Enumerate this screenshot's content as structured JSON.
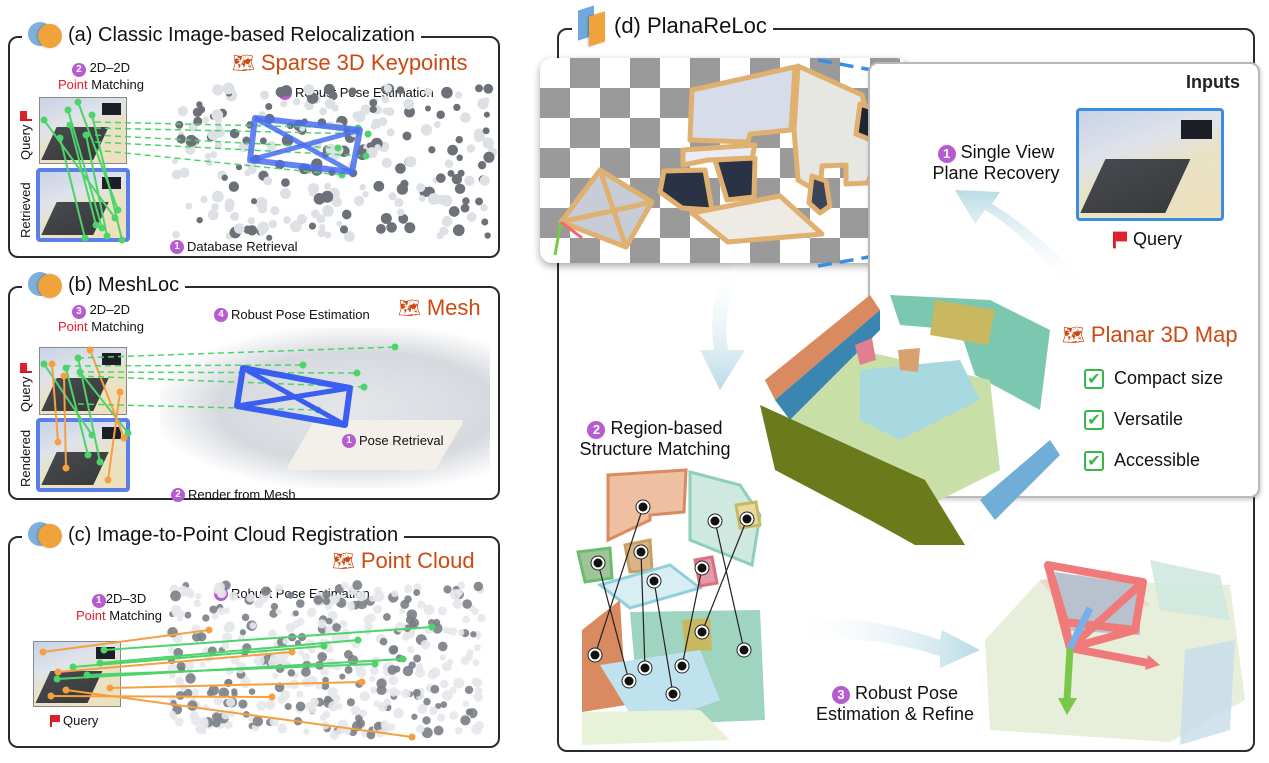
{
  "panels": {
    "a": {
      "title": "(a) Classic Image-based Relocalization",
      "icon": "overlapping-circles-icon",
      "map_label": "Sparse 3D Keypoints",
      "map_icon": "map-icon",
      "steps": [
        {
          "num": "2",
          "text_line1": "2D–2D",
          "text_highlight": "Point",
          "text_line2": " Matching"
        },
        {
          "num": "3",
          "text": "Robust Pose Estimation"
        },
        {
          "num": "1",
          "text": "Database Retrieval"
        }
      ],
      "query_label": "Query",
      "retrieved_label": "Retrieved"
    },
    "b": {
      "title": "(b) MeshLoc",
      "icon": "overlapping-circles-icon",
      "map_label": "Mesh",
      "map_icon": "map-icon",
      "steps": [
        {
          "num": "3",
          "text_line1": "2D–2D",
          "text_highlight": "Point",
          "text_line2": " Matching"
        },
        {
          "num": "4",
          "text": "Robust Pose Estimation"
        },
        {
          "num": "1",
          "text": "Pose Retrieval"
        },
        {
          "num": "2",
          "text": "Render from Mesh"
        }
      ],
      "query_label": "Query",
      "rendered_label": "Rendered"
    },
    "c": {
      "title": "(c) Image-to-Point Cloud Registration",
      "icon": "overlapping-circles-icon",
      "map_label": "Point Cloud",
      "map_icon": "map-icon",
      "steps": [
        {
          "num": "1",
          "text_line1": "2D–3D",
          "text_highlight": "Point",
          "text_line2": " Matching"
        },
        {
          "num": "2",
          "text": "Robust Pose Estimation"
        }
      ],
      "query_label": "Query"
    },
    "d": {
      "title": "(d) PlanaReLoc",
      "icon": "planes-icon",
      "inputs_title": "Inputs",
      "query_label": "Query",
      "map_label": "Planar 3D Map",
      "map_icon": "map-icon",
      "features": [
        "Compact size",
        "Versatile",
        "Accessible"
      ],
      "steps": [
        {
          "num": "1",
          "line1": "Single View",
          "line2": "Plane Recovery"
        },
        {
          "num": "2",
          "line1": "Region-based",
          "line2": "Structure Matching"
        },
        {
          "num": "3",
          "line1": "Robust Pose",
          "line2": "Estimation & Refine"
        }
      ]
    }
  },
  "colors": {
    "map_label": "#cc4a12",
    "step_badge": "#b65bd0",
    "point_highlight": "#e0202a",
    "match_green": "#4cd46b",
    "match_orange": "#f5a040",
    "pose_blue": "#4a6ef0",
    "pose_red": "#f07a7a",
    "check_green": "#3ab54a",
    "frame_blue": "#5b7ee8",
    "dashed_blue": "#3a8ee0"
  }
}
